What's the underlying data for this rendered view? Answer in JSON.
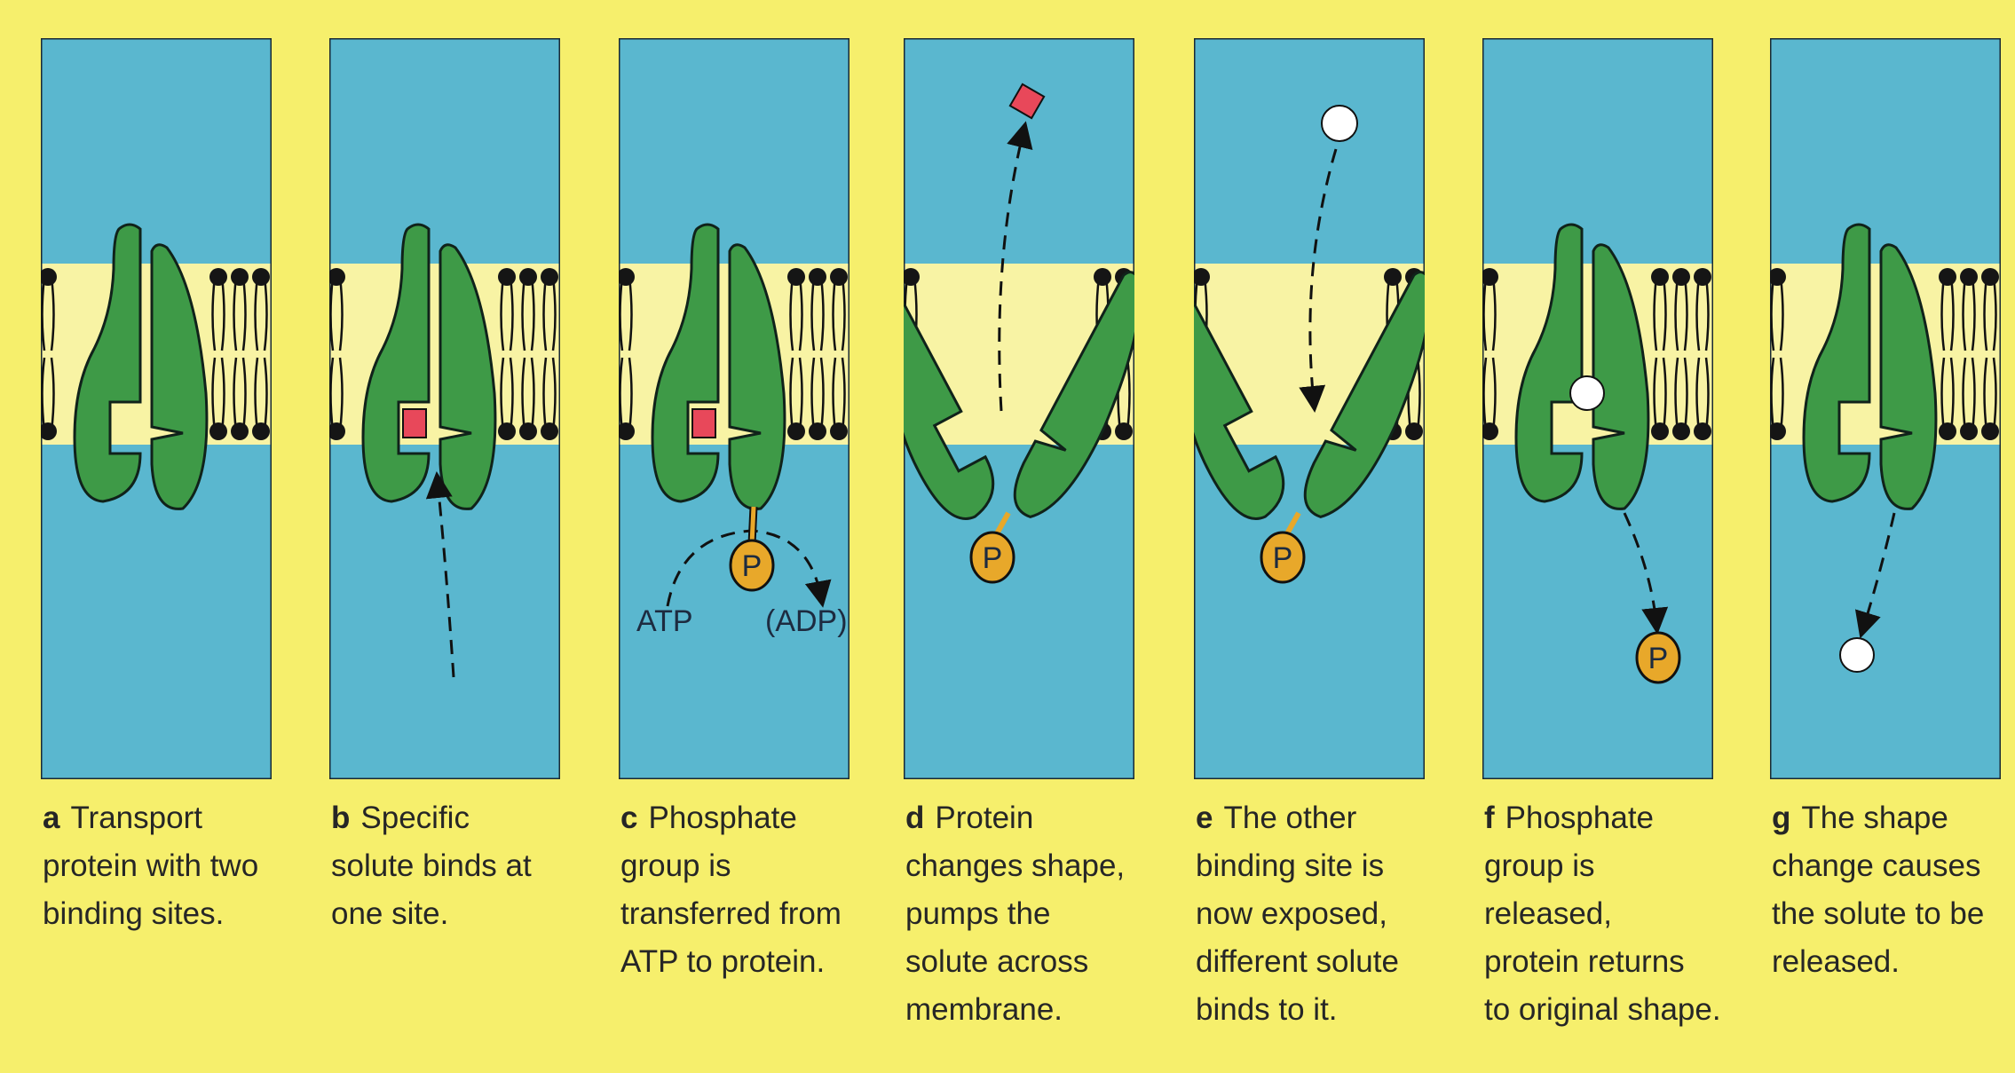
{
  "colors": {
    "background": "#f6ef6c",
    "fluid": "#5ab7cf",
    "membrane": "#f8f3a4",
    "protein": "#3e9a47",
    "solute_red": "#e8485a",
    "phosphate": "#e8a82a",
    "solute_white": "#ffffff"
  },
  "labels": {
    "phosphate": "P",
    "atp": "ATP",
    "adp": "(ADP)"
  },
  "panels": [
    {
      "letter": "a",
      "lines": [
        "Transport",
        "protein with two",
        "binding sites."
      ]
    },
    {
      "letter": "b",
      "lines": [
        "Specific",
        "solute binds at",
        "one site."
      ]
    },
    {
      "letter": "c",
      "lines": [
        "Phosphate",
        "group is",
        "transferred from",
        "ATP to protein."
      ]
    },
    {
      "letter": "d",
      "lines": [
        "Protein",
        "changes shape,",
        "pumps the",
        "solute across",
        "membrane."
      ]
    },
    {
      "letter": "e",
      "lines": [
        "The other",
        "binding site is",
        "now exposed,",
        "different solute",
        "binds to it."
      ]
    },
    {
      "letter": "f",
      "lines": [
        "Phosphate",
        "group is",
        "released,",
        "protein returns",
        "to original shape."
      ]
    },
    {
      "letter": "g",
      "lines": [
        "The shape",
        "change causes",
        "the solute to be",
        "released."
      ]
    }
  ]
}
